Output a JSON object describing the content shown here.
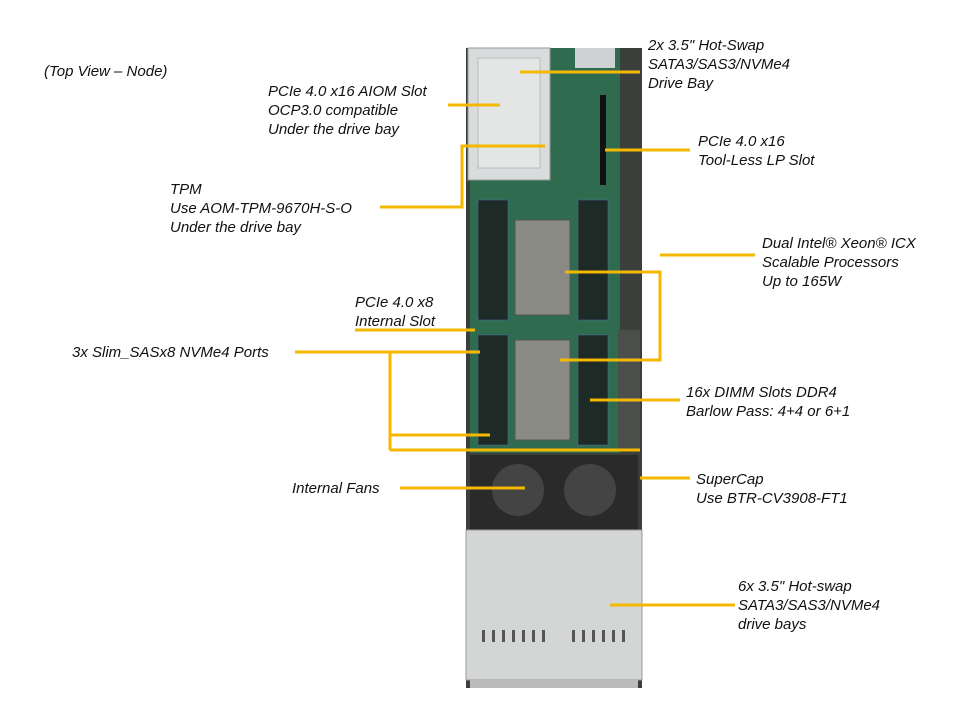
{
  "view_label": "(Top View – Node)",
  "accent_color": "#f5b800",
  "callouts": {
    "drive_bay_top": [
      "2x 3.5\" Hot-Swap",
      "SATA3/SAS3/NVMe4",
      "Drive Bay"
    ],
    "aiom": [
      "PCIe 4.0 x16 AIOM Slot",
      "OCP3.0 compatible",
      "Under the drive bay"
    ],
    "lp_slot": [
      "PCIe 4.0 x16",
      "Tool-Less LP Slot"
    ],
    "tpm": [
      "TPM",
      "Use AOM-TPM-9670H-S-O",
      "Under the drive bay"
    ],
    "cpu": [
      "Dual Intel® Xeon® ICX",
      "Scalable Processors",
      "Up to 165W"
    ],
    "pcie_x8": [
      "PCIe 4.0 x8",
      "Internal Slot"
    ],
    "slim_sas": [
      "3x Slim_SASx8 NVMe4 Ports"
    ],
    "dimm": [
      "16x DIMM Slots DDR4",
      "Barlow Pass: 4+4 or 6+1"
    ],
    "fans": [
      "Internal Fans"
    ],
    "supercap": [
      "SuperCap",
      "Use BTR-CV3908-FT1"
    ],
    "drive_bays_front": [
      "6x 3.5\" Hot-swap",
      "SATA3/SAS3/NVMe4",
      "drive bays"
    ]
  }
}
